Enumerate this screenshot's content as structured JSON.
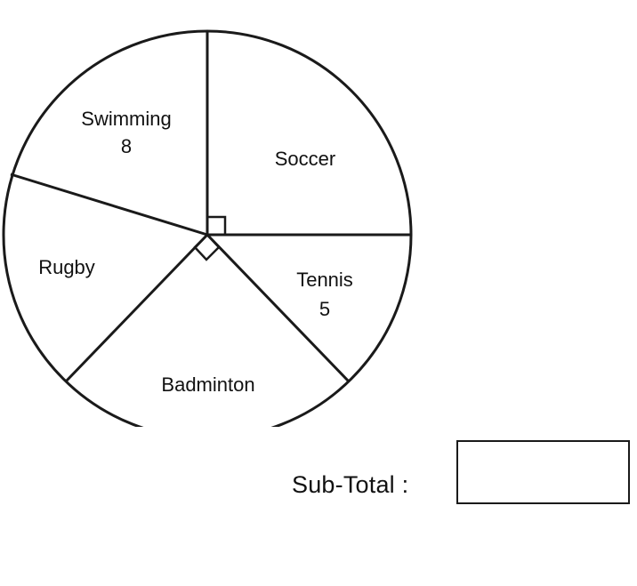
{
  "chart_data": {
    "type": "pie",
    "slices": [
      {
        "name": "Soccer",
        "value_label": ""
      },
      {
        "name": "Tennis",
        "value_label": "5"
      },
      {
        "name": "Badminton",
        "value_label": ""
      },
      {
        "name": "Rugby",
        "value_label": ""
      },
      {
        "name": "Swimming",
        "value_label": "8"
      }
    ],
    "right_angle_markers": [
      "Soccer",
      "Badminton"
    ]
  },
  "subtotal": {
    "label": "Sub-Total :",
    "value": ""
  }
}
